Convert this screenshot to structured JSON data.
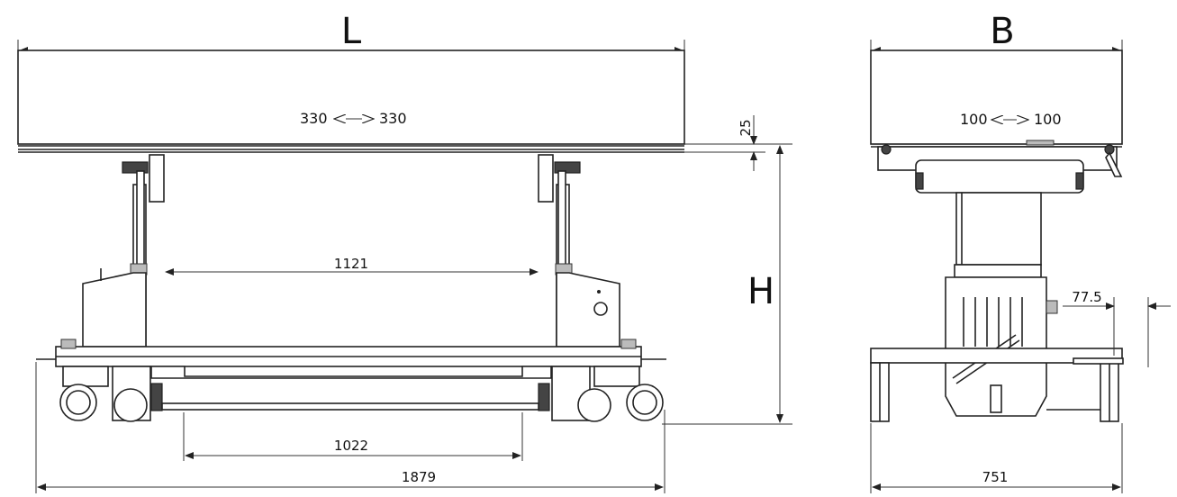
{
  "side_view": {
    "length_symbol": "L",
    "height_symbol": "H",
    "slide_left": "330",
    "slide_right": "330",
    "top_thickness": "25",
    "column_spacing": "1121",
    "wheel_spacing": "1022",
    "base_length": "1879"
  },
  "end_view": {
    "width_symbol": "B",
    "slide_left": "100",
    "slide_right": "100",
    "pedal_offset": "77.5",
    "base_width": "751"
  }
}
